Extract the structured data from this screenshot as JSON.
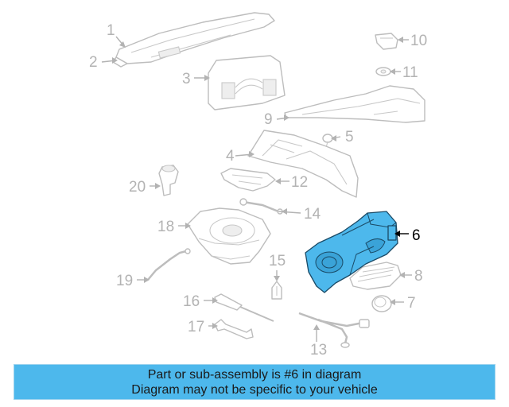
{
  "callouts": {
    "c1": "1",
    "c2": "2",
    "c3": "3",
    "c4": "4",
    "c5": "5",
    "c6": "6",
    "c7": "7",
    "c8": "8",
    "c9": "9",
    "c10": "10",
    "c11": "11",
    "c12": "12",
    "c13": "13",
    "c14": "14",
    "c15": "15",
    "c16": "16",
    "c17": "17",
    "c18": "18",
    "c19": "19",
    "c20": "20"
  },
  "highlighted_part": "6",
  "colors": {
    "highlight": "#4db8ec",
    "banner": "#4db8ec",
    "inactive": "#b3b3b3"
  },
  "banner": {
    "line1": "Part or sub-assembly is #6 in diagram",
    "line2": "Diagram may not be specific to your vehicle"
  }
}
